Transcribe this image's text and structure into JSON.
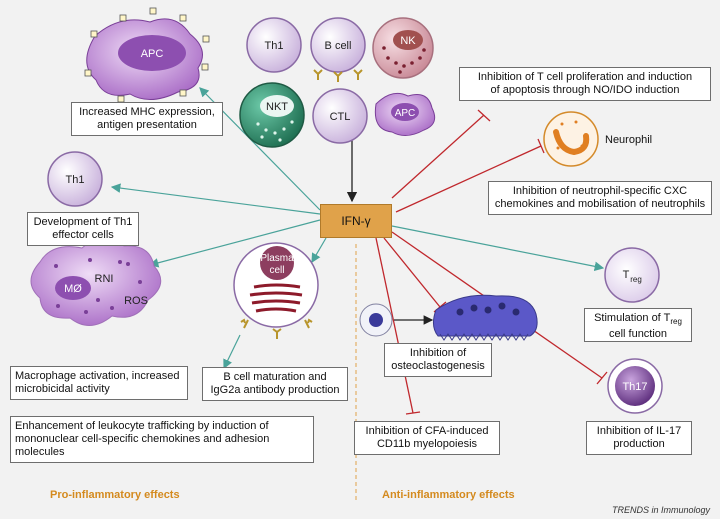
{
  "center": {
    "label": "IFN-γ"
  },
  "cells": {
    "apc_big": "APC",
    "th1_top": "Th1",
    "b_cell": "B cell",
    "nk": "NK",
    "nkt": "NKT",
    "ctl": "CTL",
    "apc_small": "APC",
    "th1_left": "Th1",
    "macrophage": "MØ",
    "rni": "RNI",
    "ros": "ROS",
    "plasma_line1": "Plasma",
    "plasma_line2": "cell",
    "neutrophil": "Neurophil",
    "treg_main": "T",
    "treg_sub": "reg",
    "th17": "Th17"
  },
  "boxes": {
    "mhc_line1": "Increased MHC expression,",
    "mhc_line2": "antigen presentation",
    "th1_dev_line1": "Development of Th1",
    "th1_dev_line2": "effector cells",
    "macro_line1": "Macrophage activation, increased",
    "macro_line2": "microbicidal activity",
    "bcell_line1": "B cell maturation and",
    "bcell_line2": "IgG2a antibody production",
    "leuko_line1": "Enhancement of leukocyte trafficking by induction of",
    "leuko_line2": "mononuclear cell-specific chemokines and adhesion",
    "leuko_line3": "molecules",
    "tcell_line1": "Inhibition of T cell proliferation and induction",
    "tcell_line2": "of apoptosis through NO/IDO induction",
    "neut_line1": "Inhibition of neutrophil-specific CXC",
    "neut_line2": "chemokines and mobilisation of neutrophils",
    "treg_line1_main": "Stimulation of T",
    "treg_line1_sub": "reg",
    "treg_line2": "cell function",
    "osteo_line1": "Inhibition of",
    "osteo_line2": "osteoclastogenesis",
    "cfa_line1": "Inhibition of CFA-induced",
    "cfa_line2": "CD11b myelopoiesis",
    "il17_line1": "Inhibition of IL-17",
    "il17_line2": "production"
  },
  "footer": {
    "pro": "Pro-inflammatory effects",
    "anti": "Anti-inflammatory effects",
    "journal": "TRENDS in Immunology"
  },
  "colors": {
    "activation_arrow": "#4aa39a",
    "inhibition_line": "#c0282d",
    "ifn_box": "#e0a24a",
    "footer_text": "#d48a1e",
    "cell_purple": "#7a3f98",
    "nk_pink": "#d89aa5",
    "nkt_green": "#2f8f6e"
  }
}
